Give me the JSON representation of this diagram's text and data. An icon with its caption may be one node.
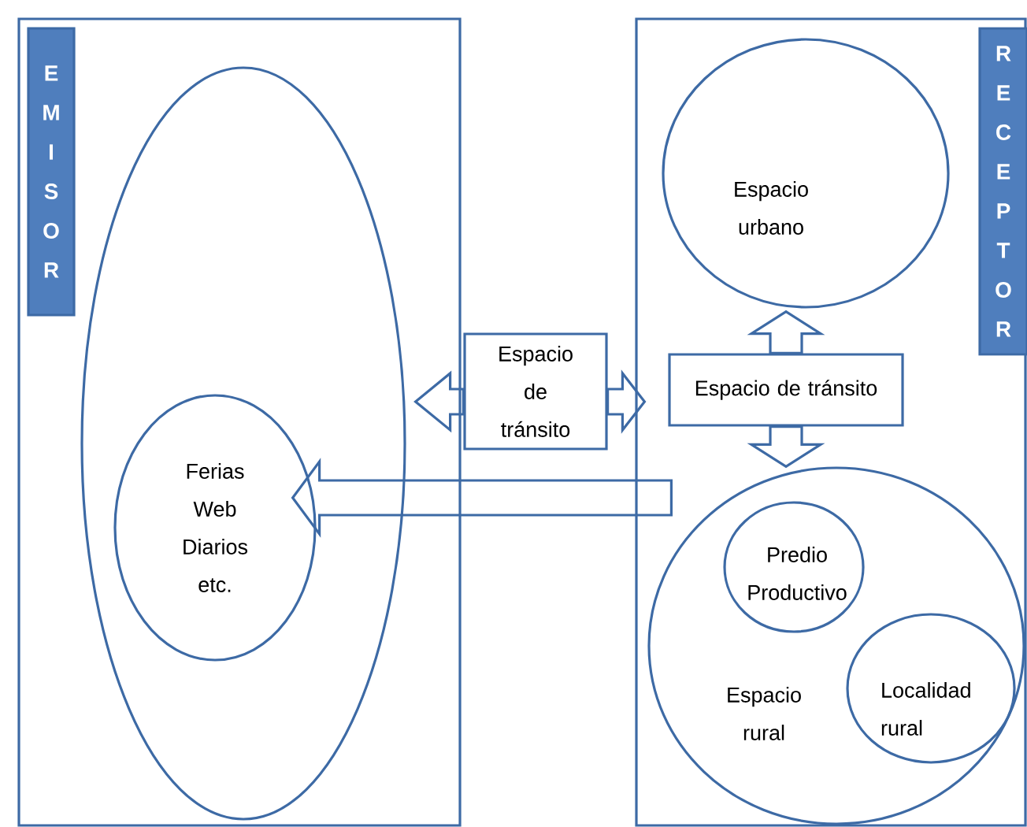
{
  "diagram": {
    "nodes": [
      {
        "text": [],
        "shape": "box"
      },
      {
        "text": [
          "E M I S O R"
        ],
        "in": 0
      },
      {
        "text": [],
        "shape": "ellipse",
        "in": 0
      },
      {
        "text": [
          "Ferias Web Diarios etc."
        ],
        "in": 2
      },
      {
        "text": [
          "Espacio de tránsito"
        ]
      },
      {
        "text": [],
        "shape": "box"
      },
      {
        "text": [
          "R E C E P T O R"
        ],
        "in": 5
      },
      {
        "text": [
          "Espacio urbano"
        ],
        "in": 5
      },
      {
        "text": [
          "Espacio de tránsito"
        ],
        "in": 5
      },
      {
        "text": [
          "Espacio rural"
        ],
        "in": 5
      },
      {
        "text": [
          "Predio Productivo"
        ],
        "in": 9
      },
      {
        "text": [
          "Localidad rural"
        ],
        "in": 9
      }
    ],
    "edges": [
      {
        "from": 4,
        "to": 2,
        "arrow": "to"
      },
      {
        "from": 4,
        "to": 5,
        "arrow": "to"
      },
      {
        "from": 8,
        "to": 7,
        "arrow": "to"
      },
      {
        "from": 8,
        "to": 9,
        "arrow": "to"
      },
      {
        "from": 5,
        "to": 3,
        "arrow": "to"
      }
    ]
  }
}
